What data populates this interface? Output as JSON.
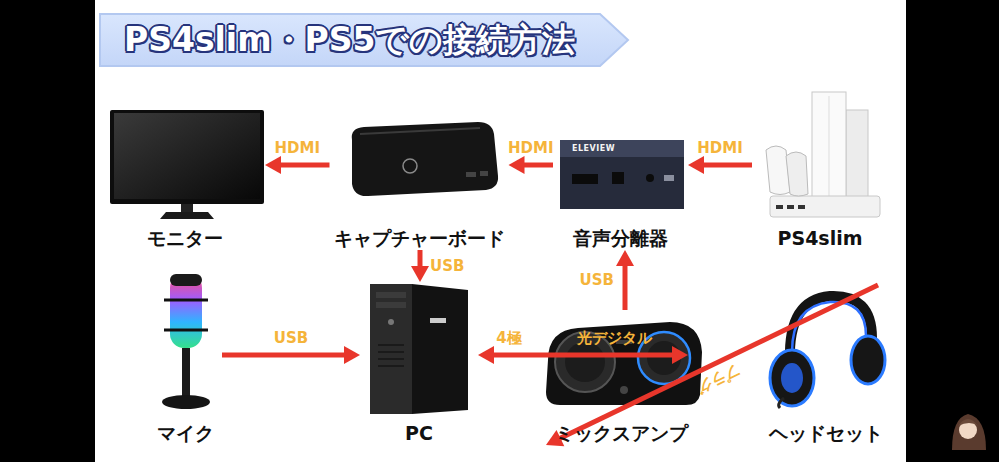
{
  "diagram": {
    "title": "PS4slim・PS5での接続方法",
    "nodes": [
      {
        "text": [
          "モニター"
        ]
      },
      {
        "text": [
          "キャプチャーボード"
        ]
      },
      {
        "text": [
          "音声分離器"
        ]
      },
      {
        "text": [
          "PS4slim"
        ]
      },
      {
        "text": [
          "マイク"
        ]
      },
      {
        "text": [
          "PC"
        ]
      },
      {
        "text": [
          "ミックスアンプ"
        ]
      },
      {
        "text": [
          "ヘッドセット"
        ]
      }
    ],
    "edges": [
      {
        "from": 3,
        "to": 2,
        "label": "HDMI",
        "arrow": "to"
      },
      {
        "from": 2,
        "to": 1,
        "label": "HDMI",
        "arrow": "to"
      },
      {
        "from": 1,
        "to": 0,
        "label": "HDMI",
        "arrow": "to"
      },
      {
        "from": 1,
        "to": 5,
        "label": "USB",
        "arrow": "to"
      },
      {
        "from": 4,
        "to": 5,
        "label": "USB",
        "arrow": "to"
      },
      {
        "from": 6,
        "to": 5,
        "label": "4極",
        "arrow": "to"
      },
      {
        "from": 6,
        "to": 2,
        "label": "光デジタル",
        "arrow": "to"
      },
      {
        "from": 6,
        "to": 3,
        "label": "USB",
        "arrow": "to"
      },
      {
        "from": 7,
        "to": 6,
        "label": "プラグ",
        "arrow": "to"
      }
    ],
    "labels": [
      "ELEVIEW"
    ]
  }
}
